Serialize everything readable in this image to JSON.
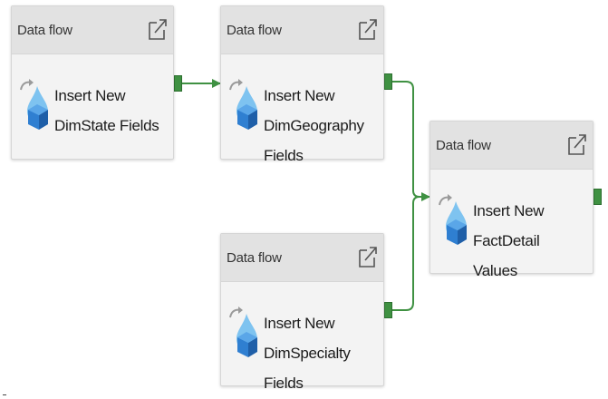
{
  "colors": {
    "connector": "#3f9142",
    "header_bg": "#e2e2e2",
    "body_bg": "#f3f3f3",
    "icon_blue": "#2f7fd1",
    "icon_light": "#7ec3f0"
  },
  "activities": [
    {
      "type_label": "Data flow",
      "name": "Insert New DimState Fields",
      "icon": "dataflow-icon",
      "open_icon": "open-external-icon"
    },
    {
      "type_label": "Data flow",
      "name": "Insert New DimGeography Fields",
      "icon": "dataflow-icon",
      "open_icon": "open-external-icon"
    },
    {
      "type_label": "Data flow",
      "name": "Insert New DimSpecialty Fields",
      "icon": "dataflow-icon",
      "open_icon": "open-external-icon"
    },
    {
      "type_label": "Data flow",
      "name": "Insert New FactDetail Values",
      "icon": "dataflow-icon",
      "open_icon": "open-external-icon"
    }
  ],
  "connections": [
    {
      "from": "Insert New DimState Fields",
      "to": "Insert New DimGeography Fields"
    },
    {
      "from": "Insert New DimGeography Fields",
      "to": "Insert New FactDetail Values"
    },
    {
      "from": "Insert New DimSpecialty Fields",
      "to": "Insert New FactDetail Values"
    }
  ]
}
